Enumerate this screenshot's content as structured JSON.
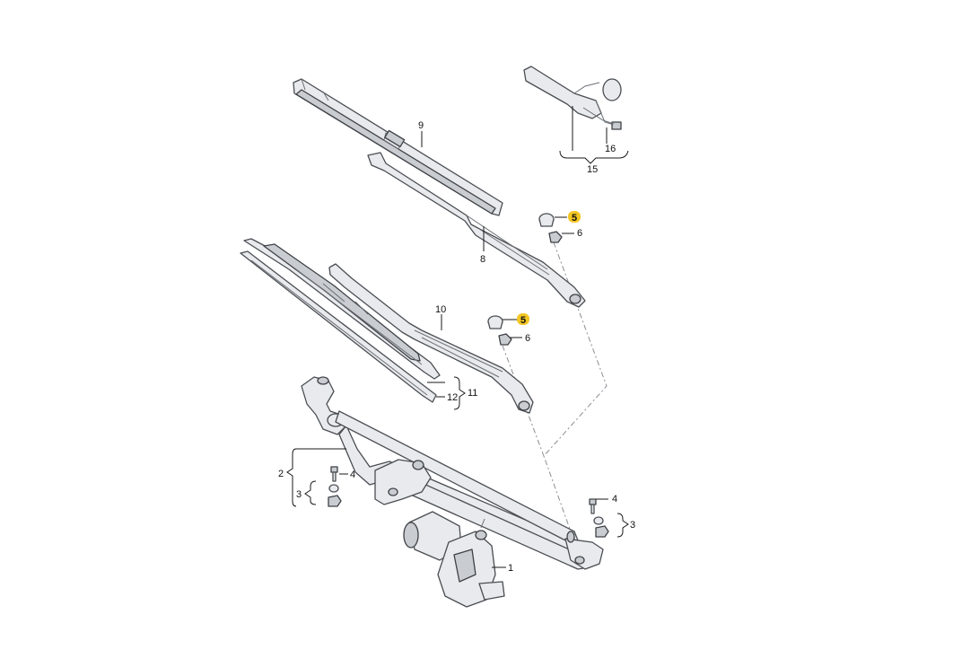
{
  "callouts": {
    "n1": "1",
    "n2": "2",
    "n3_left": "3",
    "n3_right": "3",
    "n4_left": "4",
    "n4_right": "4",
    "n5_upper": "5",
    "n5_lower": "5",
    "n6_upper": "6",
    "n6_lower": "6",
    "n8": "8",
    "n9": "9",
    "n10": "10",
    "n11": "11",
    "n12": "12",
    "n15": "15",
    "n16": "16"
  },
  "highlight_color": "#f3c623"
}
